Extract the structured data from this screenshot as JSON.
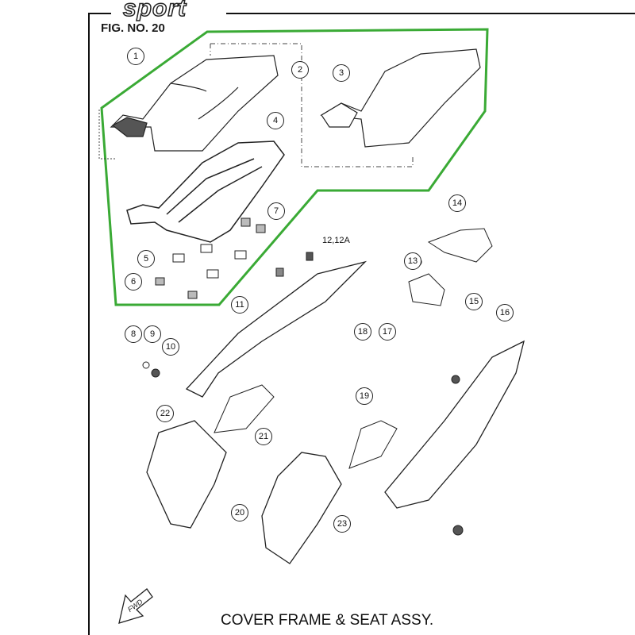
{
  "brand": "sport",
  "figure_number": "FIG. NO. 20",
  "title": "COVER FRAME & SEAT ASSY.",
  "fwd_label": "FWD",
  "highlight_color": "#3aaa35",
  "callouts": [
    "1",
    "2",
    "3",
    "4",
    "5",
    "6",
    "7",
    "8",
    "9",
    "10",
    "11",
    "13",
    "14",
    "15",
    "16",
    "17",
    "18",
    "19",
    "20",
    "21",
    "22",
    "23"
  ],
  "callout_plain": "12,12A"
}
